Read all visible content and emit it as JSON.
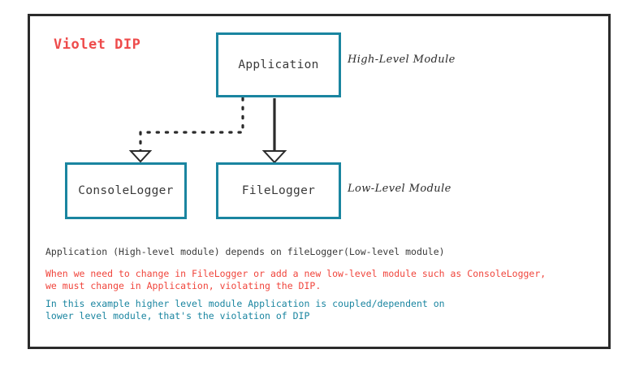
{
  "diagram": {
    "title": "Violet DIP",
    "title_color": "#ee4b4b",
    "frame_color": "#2b2b2b",
    "node_border_color": "#1a85a0",
    "nodes": [
      {
        "id": "application",
        "label": "Application",
        "annotation": "High-Level Module"
      },
      {
        "id": "consolelogger",
        "label": "ConsoleLogger",
        "annotation": ""
      },
      {
        "id": "filelogger",
        "label": "FileLogger",
        "annotation": "Low-Level Module"
      }
    ],
    "annotations": {
      "high_level": "High-Level Module",
      "low_level": "Low-Level Module"
    },
    "edges": [
      {
        "from": "application",
        "to": "consolelogger",
        "style": "dashed",
        "arrowhead": "hollow-triangle"
      },
      {
        "from": "application",
        "to": "filelogger",
        "style": "solid",
        "arrowhead": "hollow-triangle"
      }
    ],
    "captions": [
      {
        "id": "caption-1",
        "color": "#3a3a3a",
        "text": "Application (High-level module) depends on fileLogger(Low-level module)"
      },
      {
        "id": "caption-2",
        "color": "#f0453c",
        "text": "When we need to change in FileLogger or add a new low-level module such as ConsoleLogger,\nwe must change in Application, violating the DIP."
      },
      {
        "id": "caption-3",
        "color": "#1a85a0",
        "text": "In this example higher level module Application is coupled/dependent on\nlower level module, that's the violation of DIP"
      }
    ]
  }
}
